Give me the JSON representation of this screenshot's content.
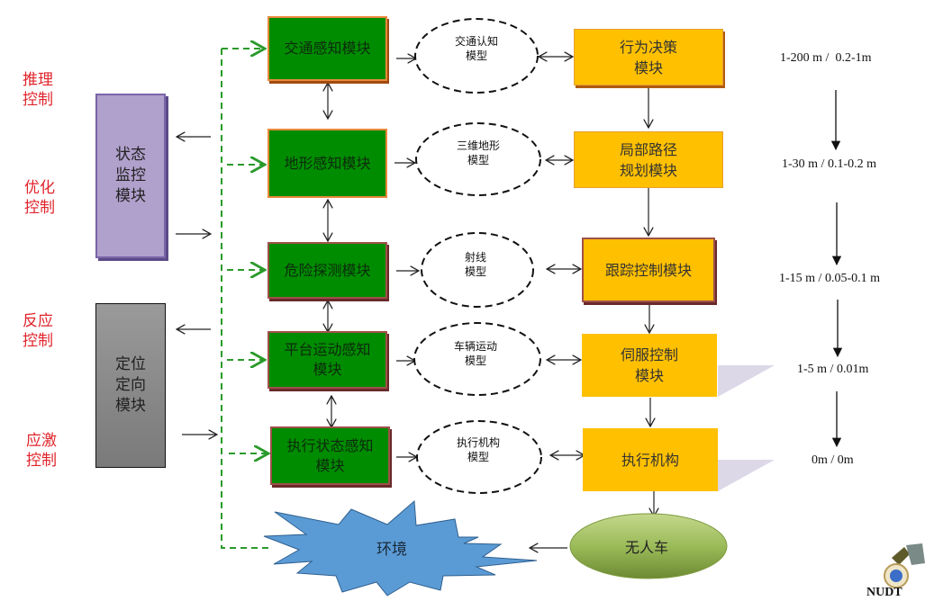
{
  "control_levels": [
    {
      "label": "推理\n控制"
    },
    {
      "label": "优化\n控制"
    },
    {
      "label": "反应\n控制"
    },
    {
      "label": "应激\n控制"
    }
  ],
  "side_modules": {
    "status_monitor": {
      "label": "状态\n监控\n模块",
      "color": "#b0a0cc"
    },
    "positioning": {
      "label": "定位\n定向\n模块",
      "color": "#8a8a8a"
    }
  },
  "perception_modules": [
    {
      "label": "交通感知模块"
    },
    {
      "label": "地形感知模块"
    },
    {
      "label": "危险探测模块"
    },
    {
      "label": "平台运动感知\n模块"
    },
    {
      "label": "执行状态感知\n模块"
    }
  ],
  "models": [
    {
      "label": "交通认知\n模型"
    },
    {
      "label": "三维地形\n模型"
    },
    {
      "label": "射线\n模型"
    },
    {
      "label": "车辆运动\n模型"
    },
    {
      "label": "执行机构\n模型"
    }
  ],
  "control_modules": [
    {
      "label": "行为决策\n模块"
    },
    {
      "label": "局部路径\n规划模块"
    },
    {
      "label": "跟踪控制模块"
    },
    {
      "label": "伺服控制\n模块"
    },
    {
      "label": "执行机构"
    }
  ],
  "ranges": [
    {
      "label": "1-200 m /  0.2-1m"
    },
    {
      "label": "1-30 m / 0.1-0.2 m"
    },
    {
      "label": "1-15 m / 0.05-0.1 m"
    },
    {
      "label": "1-5 m / 0.01m"
    },
    {
      "label": "0m / 0m"
    }
  ],
  "environment": {
    "label": "环境"
  },
  "vehicle": {
    "label": "无人车"
  },
  "logo": {
    "text": "NUDT"
  },
  "colors": {
    "perception_green": "#008c00",
    "control_orange": "#ffc000",
    "feedback_dashed_green": "#2a9a2a",
    "environment_blue": "#5b9bd5",
    "vehicle_green": "#9bbb59",
    "control_level_red": "#e0242b"
  }
}
